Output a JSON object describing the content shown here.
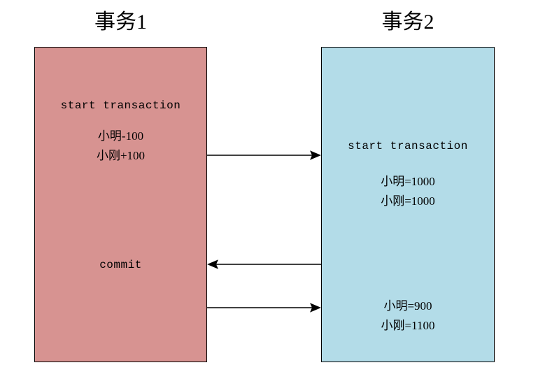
{
  "diagram": {
    "type": "transaction-concurrency-sequence",
    "background_color": "#ffffff",
    "columns": [
      {
        "id": "tx1",
        "title": "事务1",
        "fill_color": "#d79391",
        "border_color": "#000000",
        "lines": [
          {
            "id": "tx1-start",
            "text": "start transaction",
            "style": "mono"
          },
          {
            "id": "tx1-amt-a",
            "text": "小明-100",
            "style": "cjk"
          },
          {
            "id": "tx1-amt-b",
            "text": "小刚+100",
            "style": "cjk"
          },
          {
            "id": "tx1-commit",
            "text": "commit",
            "style": "mono"
          }
        ]
      },
      {
        "id": "tx2",
        "title": "事务2",
        "fill_color": "#b3dce8",
        "border_color": "#000000",
        "lines": [
          {
            "id": "tx2-start",
            "text": "start transaction",
            "style": "mono"
          },
          {
            "id": "tx2-bal-a",
            "text": "小明=1000",
            "style": "cjk"
          },
          {
            "id": "tx2-bal-b",
            "text": "小刚=1000",
            "style": "cjk"
          },
          {
            "id": "tx2-bal-c",
            "text": "小明=900",
            "style": "cjk"
          },
          {
            "id": "tx2-bal-d",
            "text": "小刚=1100",
            "style": "cjk"
          }
        ]
      }
    ],
    "arrows": [
      {
        "id": "arrow-1",
        "direction": "right",
        "from": "tx1",
        "to": "tx2",
        "color": "#000000"
      },
      {
        "id": "arrow-2",
        "direction": "left",
        "from": "tx2",
        "to": "tx1",
        "color": "#000000"
      },
      {
        "id": "arrow-3",
        "direction": "right",
        "from": "tx1",
        "to": "tx2",
        "color": "#000000"
      }
    ]
  }
}
